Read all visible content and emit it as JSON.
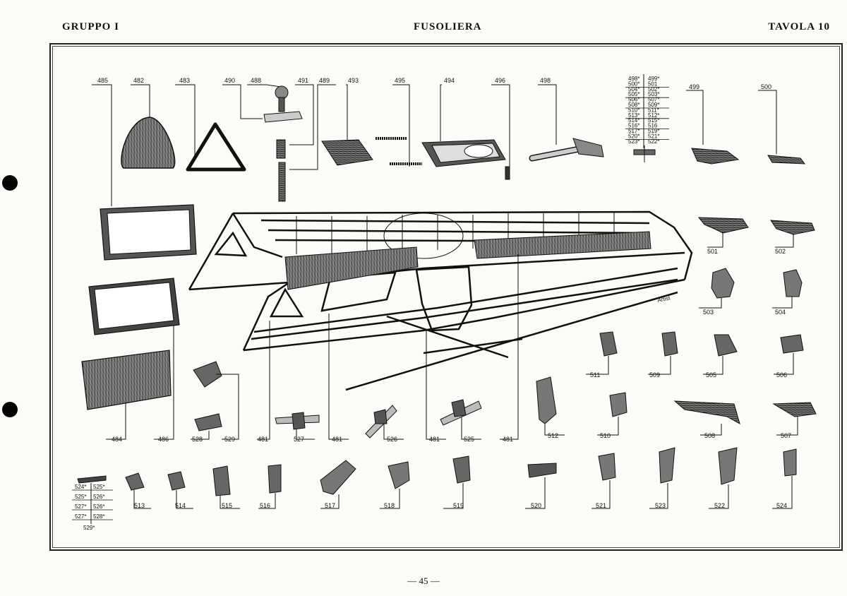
{
  "header": {
    "group": "GRUPPO I",
    "title": "FUSOLIERA",
    "plate": "TAVOLA 10"
  },
  "footer": {
    "page": "— 45 —"
  },
  "parts_top": [
    "485",
    "482",
    "483",
    "490",
    "488",
    "491",
    "489",
    "493",
    "495",
    "494",
    "496",
    "498"
  ],
  "parts_table_top": [
    [
      "498*",
      "499*"
    ],
    [
      "500*",
      "501"
    ],
    [
      "504*",
      "502*"
    ],
    [
      "505*",
      "503*"
    ],
    [
      "506*",
      "507*"
    ],
    [
      "508*",
      "509*"
    ],
    [
      "510*",
      "511*"
    ],
    [
      "513*",
      "512*"
    ],
    [
      "514*",
      "515*"
    ],
    [
      "516*",
      "516"
    ],
    [
      "517*",
      "519*"
    ],
    [
      "520*",
      "521*"
    ],
    [
      "523*",
      "522*"
    ]
  ],
  "parts_right": [
    "499",
    "500",
    "501",
    "502",
    "503",
    "504",
    "511",
    "509",
    "505",
    "506",
    "508",
    "507",
    "510",
    "512"
  ],
  "parts_middle": [
    "484",
    "486",
    "528",
    "529",
    "481",
    "527",
    "481",
    "526",
    "481",
    "525",
    "481"
  ],
  "parts_bottom": [
    "513",
    "514",
    "515",
    "516",
    "517",
    "518",
    "519",
    "520",
    "521",
    "523",
    "522",
    "524"
  ],
  "parts_table_bottom": [
    [
      "524*",
      "525*"
    ],
    [
      "525*",
      "526*"
    ],
    [
      "527*",
      "526*"
    ],
    [
      "527*",
      "528*"
    ]
  ],
  "parts_table_bottom_last": "529*"
}
